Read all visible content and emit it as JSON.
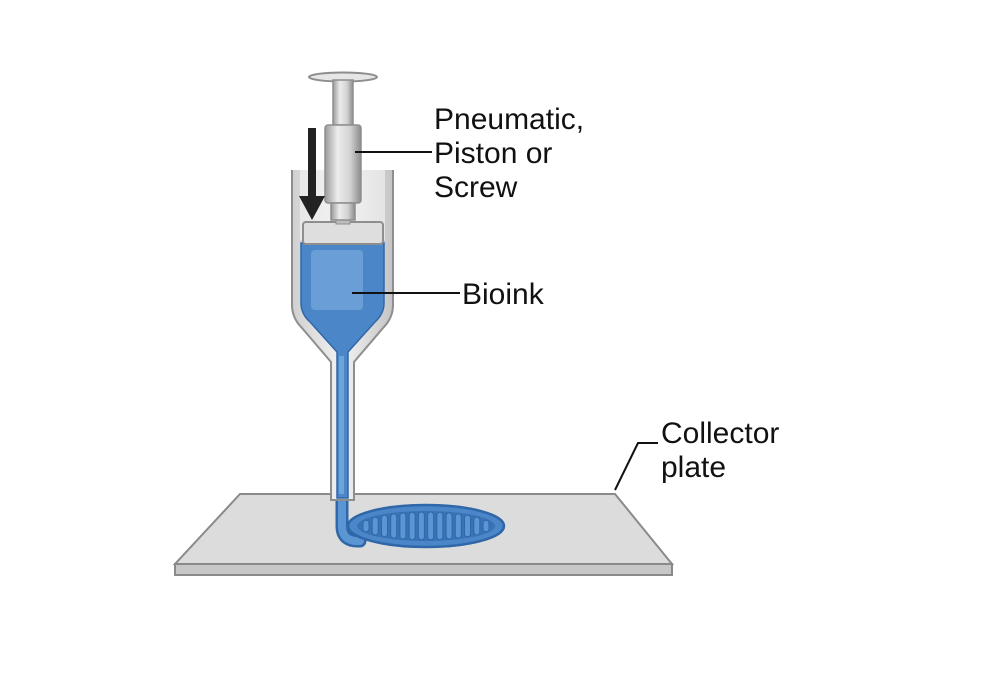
{
  "labels": {
    "driver": [
      "Pneumatic,",
      "Piston or",
      "Screw"
    ],
    "bioink": "Bioink",
    "collector": [
      "Collector",
      "plate"
    ]
  },
  "colors": {
    "bioink": "#4a86c8",
    "bioink_light": "#7fb0e0",
    "bioink_dark": "#2f67a8",
    "metal": "#c9c9c9",
    "metal_dark": "#8e8e8e",
    "plate": "#dcdcdc",
    "plate_edge": "#8a8a8a",
    "arrow": "#222222"
  },
  "icons": {
    "arrow": "down-arrow-icon",
    "plunger": "plunger-icon"
  }
}
